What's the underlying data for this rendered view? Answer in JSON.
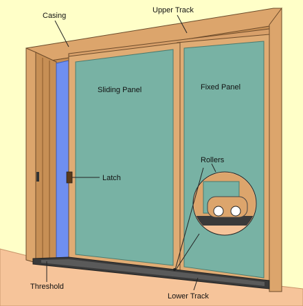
{
  "labels": {
    "casing": "Casing",
    "upper_track": "Upper Track",
    "sliding_panel": "Sliding Panel",
    "fixed_panel": "Fixed Panel",
    "latch": "Latch",
    "rollers": "Rollers",
    "threshold": "Threshold",
    "lower_track": "Lower Track"
  },
  "colors": {
    "background": "#ffffc8",
    "floor": "#f6c49a",
    "casing_wood": "#dca56c",
    "casing_dark": "#b57a40",
    "glass": "#78b2a4",
    "blue_strip": "#6f8ff0",
    "track_dark": "#3a3a3a",
    "outline": "#6b4a2a"
  }
}
